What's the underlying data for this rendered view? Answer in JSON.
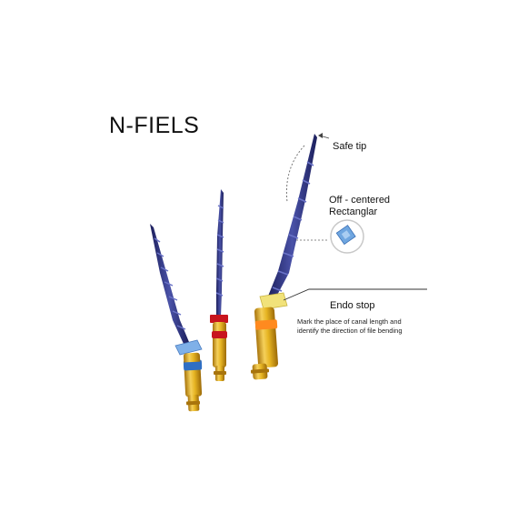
{
  "title": "N-FIELS",
  "labels": {
    "safe_tip": "Safe tip",
    "off_centered_line1": "Off - centered",
    "off_centered_line2": "Rectanglar",
    "endo_stop": "Endo stop",
    "endo_stop_desc_line1": "Mark the place of canal length and",
    "endo_stop_desc_line2": "identify the direction of file bending"
  },
  "colors": {
    "file_blade": "#2a2e78",
    "file_blade_light": "#5a62b8",
    "gold": "#e6b422",
    "gold_dark": "#b07d10",
    "ring_blue": "#2f6fc4",
    "stop_blue": "#7fb0e8",
    "ring_red": "#c8141e",
    "ring_orange": "#ff8a1f",
    "stop_yellow": "#f1e27a",
    "section_square": "#6fa6e0"
  }
}
